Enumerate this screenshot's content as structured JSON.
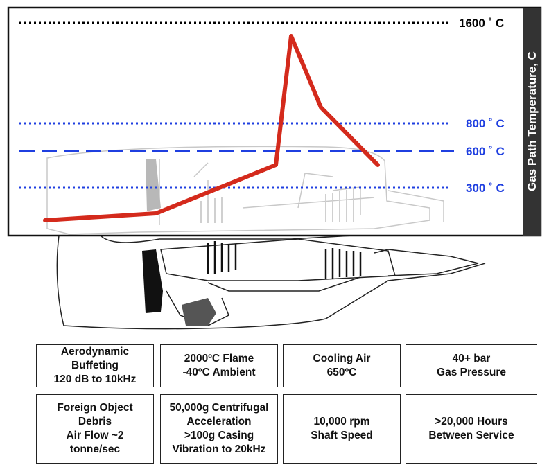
{
  "chart": {
    "y_axis_label": "Gas Path Temperature, C",
    "temperature_levels": [
      {
        "label": "1600 ˚ C",
        "value": 1600,
        "style": "dotted",
        "color": "#000000"
      },
      {
        "label": "800 ˚ C",
        "value": 800,
        "style": "dotted",
        "color": "#1f3fe0"
      },
      {
        "label": "600 ˚ C",
        "value": 600,
        "style": "dashed",
        "color": "#1f3fe0"
      },
      {
        "label": "300 ˚ C",
        "value": 300,
        "style": "dotted",
        "color": "#1f3fe0"
      }
    ],
    "temperature_curve_color": "#d42a1c",
    "axis_band_color": "#333333"
  },
  "conditions": [
    {
      "lines": [
        "Aerodynamic",
        "Buffeting",
        "120 dB to 10kHz"
      ]
    },
    {
      "lines": [
        "2000ºC Flame",
        "-40ºC Ambient"
      ]
    },
    {
      "lines": [
        "Cooling Air",
        "650ºC"
      ]
    },
    {
      "lines": [
        "40+ bar",
        "Gas Pressure"
      ]
    },
    {
      "lines": [
        "Foreign Object",
        "Debris",
        "Air Flow ~2",
        "tonne/sec"
      ]
    },
    {
      "lines": [
        "50,000g Centrifugal",
        "Acceleration",
        ">100g Casing",
        "Vibration to 20kHz"
      ]
    },
    {
      "lines": [
        "10,000 rpm",
        "Shaft Speed"
      ]
    },
    {
      "lines": [
        ">20,000 Hours",
        "Between Service"
      ]
    }
  ]
}
